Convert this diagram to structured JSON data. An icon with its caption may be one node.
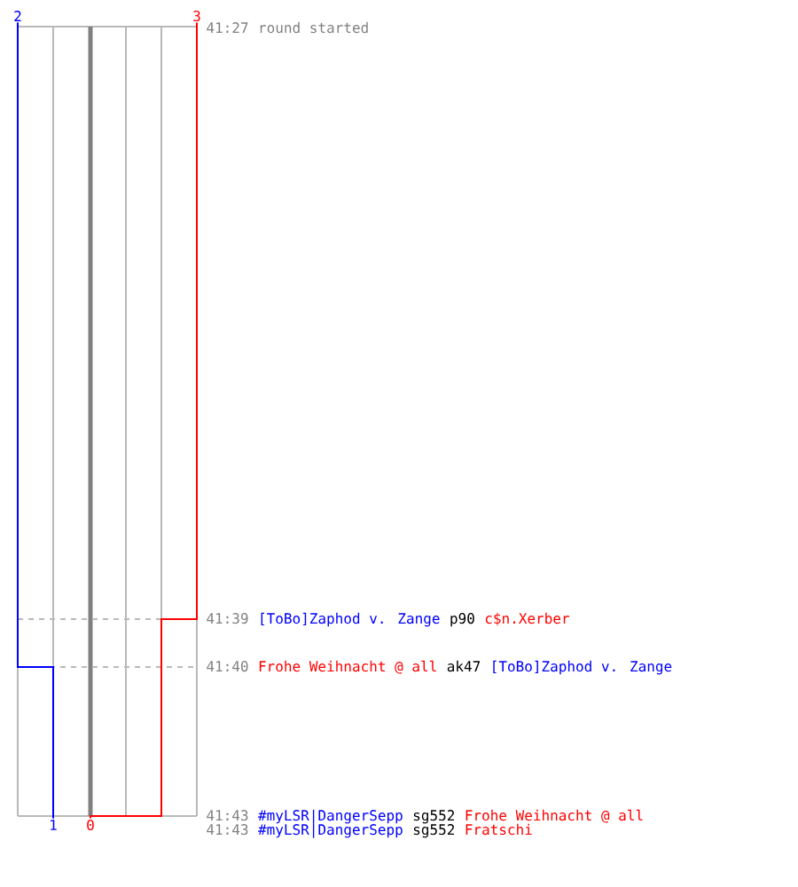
{
  "diagram": {
    "nodes": [
      {
        "text": [
          "2"
        ]
      },
      {
        "text": [
          "3"
        ]
      },
      {
        "text": [
          "1"
        ]
      },
      {
        "text": [
          "0"
        ]
      }
    ],
    "edges": [
      {
        "from": 0,
        "to": 2,
        "arrow": "none",
        "color": "#0000ff"
      },
      {
        "from": 1,
        "to": 3,
        "arrow": "none",
        "color": "#ff0000"
      }
    ],
    "labels": [
      "41:27",
      "round started",
      "41:39",
      "[ToBo]Zaphod v. Zange",
      "p90",
      "c$n.Xerber",
      "41:40",
      "Frohe Weihnacht @ all",
      "ak47",
      "[ToBo]Zaphod v. Zange",
      "41:43",
      "#myLSR|DangerSepp",
      "sg552",
      "Frohe Weihnacht @ all",
      "41:43",
      "#myLSR|DangerSepp",
      "sg552",
      "Fratschi"
    ]
  }
}
